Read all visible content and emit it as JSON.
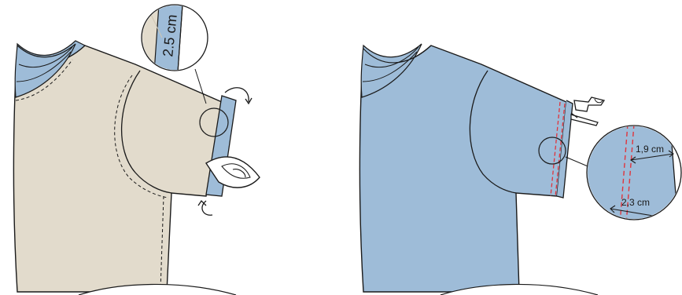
{
  "colors": {
    "outline": "#1a1a1a",
    "fabric_beige": "#e2dbcc",
    "fabric_blue": "#9ebcd8",
    "stitch_red": "#e0343c",
    "background": "#ffffff"
  },
  "left_panel": {
    "hem_allowance_label": "2.5 cm",
    "icons": [
      "iron-icon",
      "fold-arrow-icon"
    ]
  },
  "right_panel": {
    "inner_stitch_label": "1,9 cm",
    "outer_stitch_label": "2,3 cm",
    "icons": [
      "sewing-foot-icon",
      "needle-icon"
    ]
  }
}
